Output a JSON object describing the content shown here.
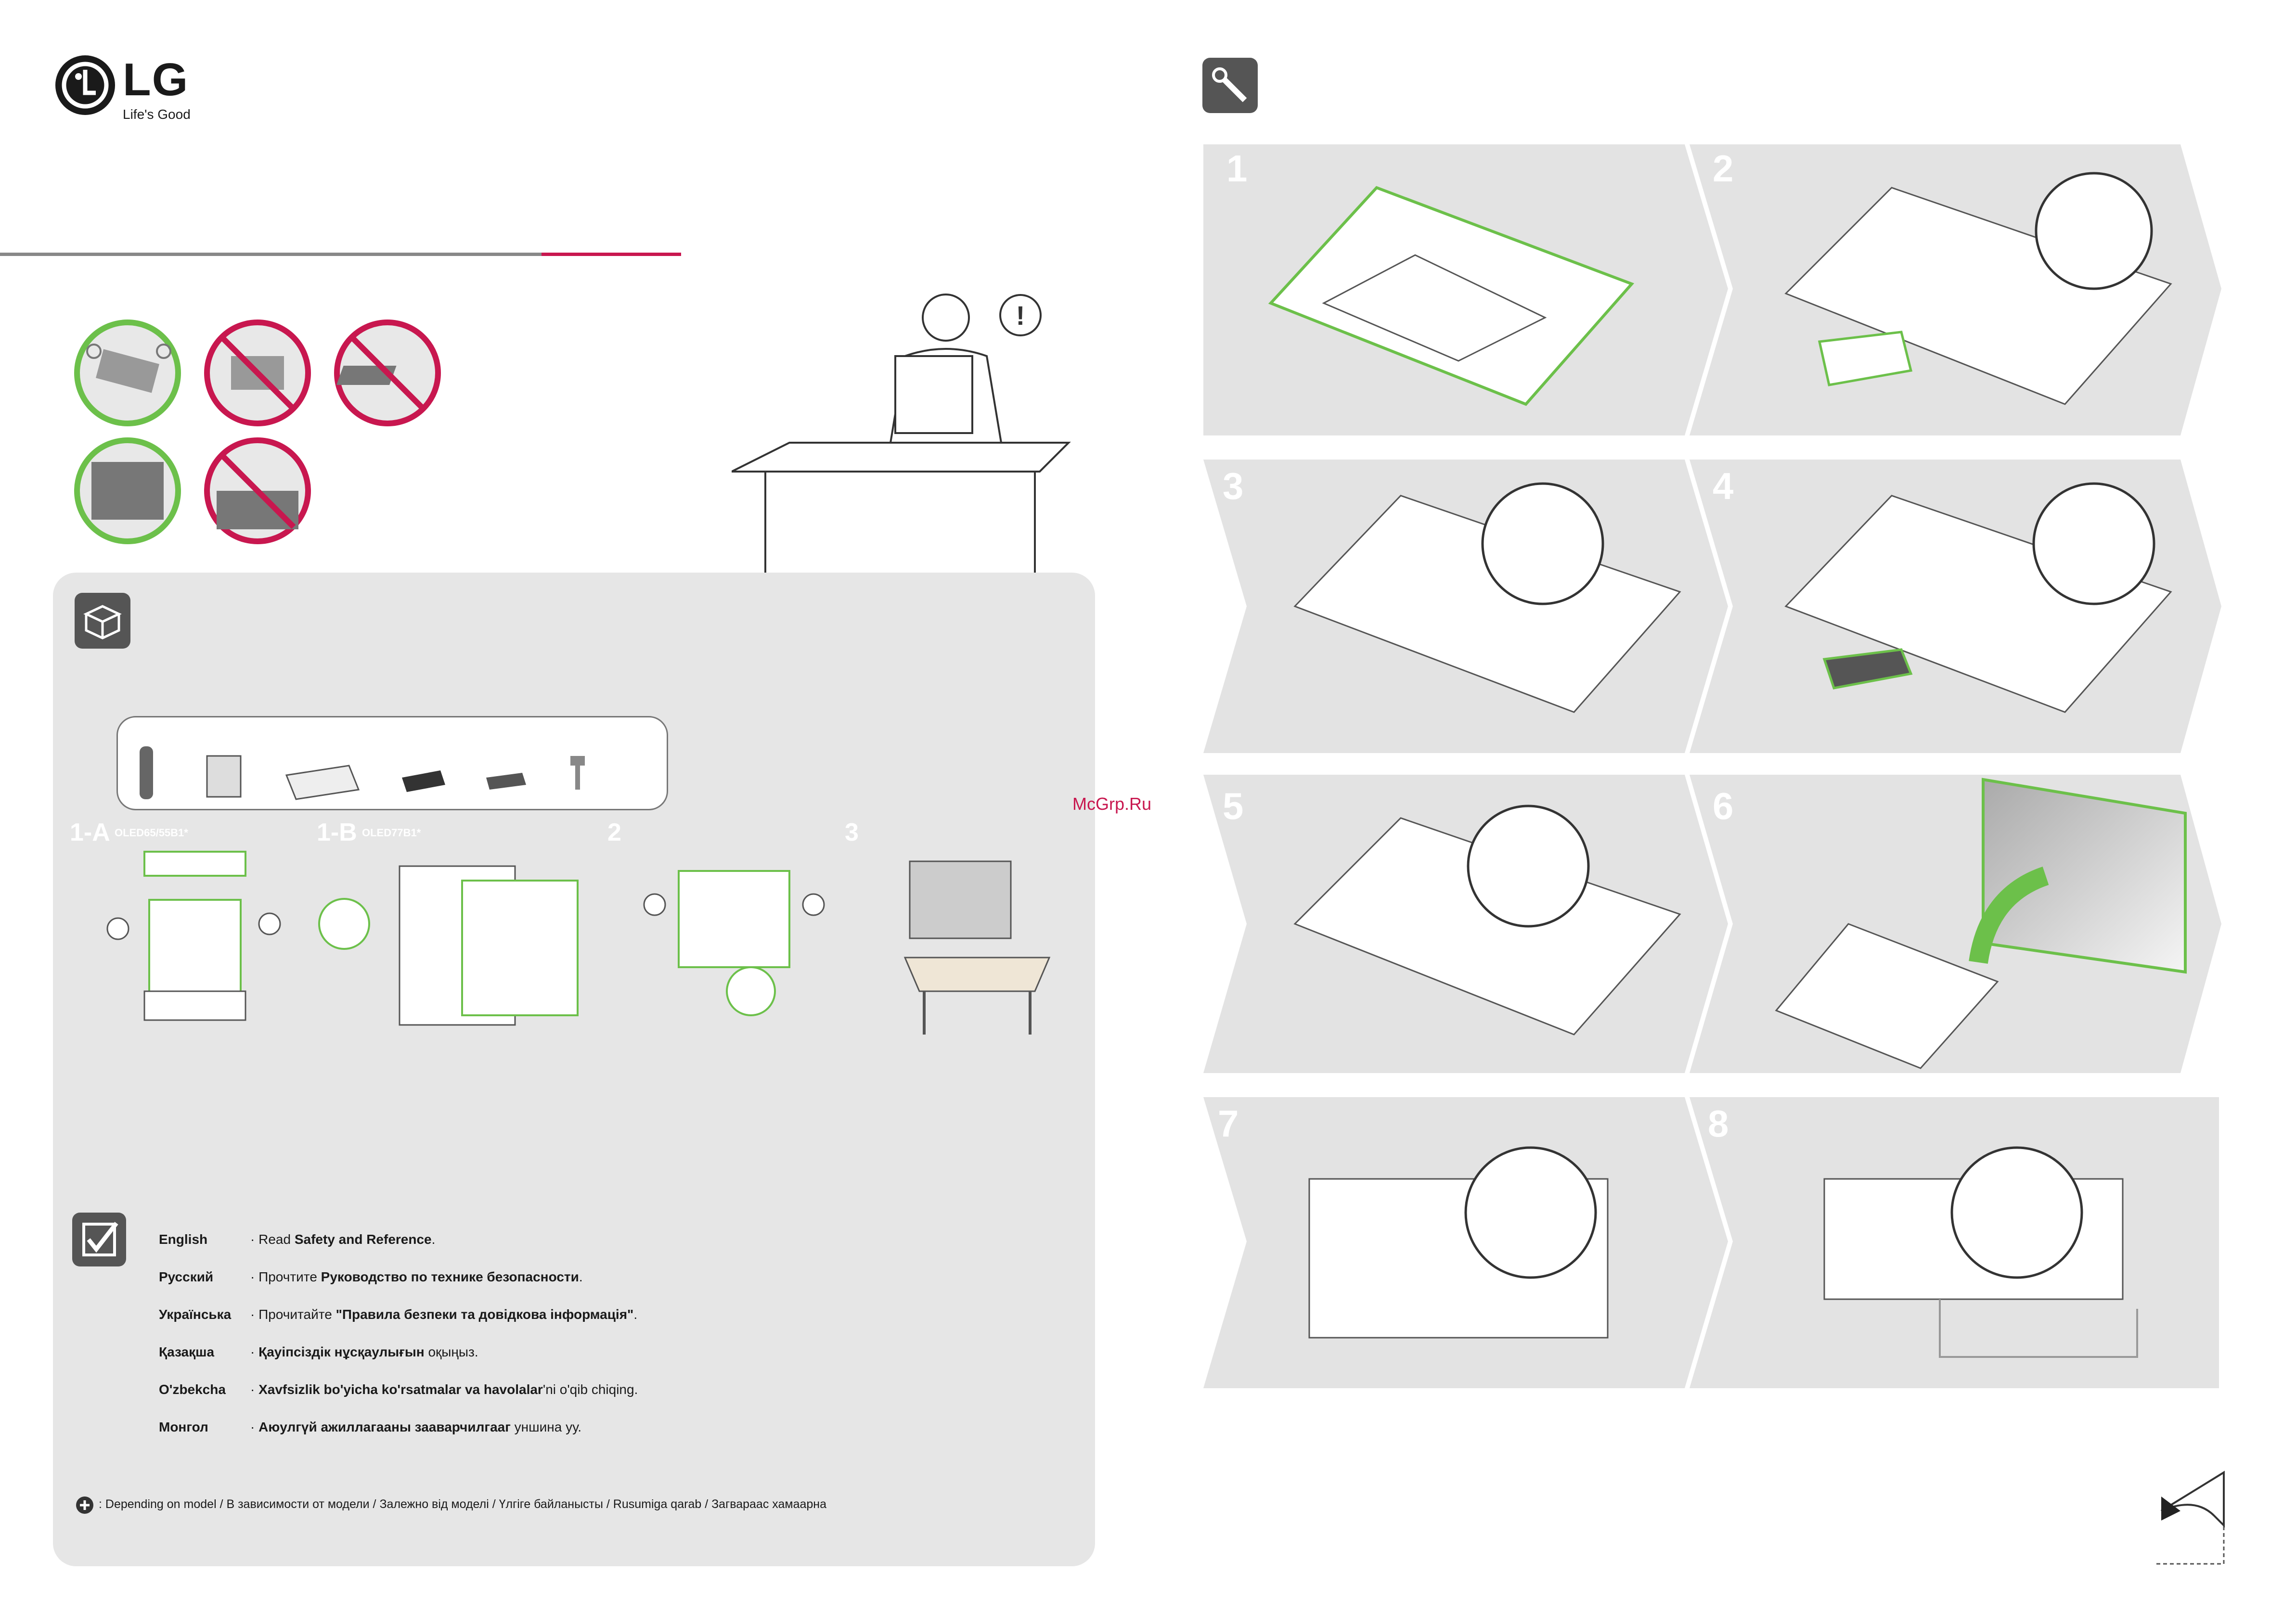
{
  "brand": {
    "name": "LG",
    "tagline": "Life's Good"
  },
  "colors": {
    "accent_green": "#6cc04a",
    "accent_red": "#c8174f",
    "panel_grey": "#e6e6e6"
  },
  "icons": {
    "caution": "exclamation-icon",
    "unpack": "box-icon",
    "assembly": "screwdriver-icon",
    "check": "checkmark-icon",
    "plus": "plus-icon",
    "page_turn": "page-turn-icon"
  },
  "unpack": {
    "steps": [
      {
        "label": "1-A",
        "model": "OLED65/55B1*"
      },
      {
        "label": "1-B",
        "model": "OLED77B1*"
      },
      {
        "label": "2",
        "model": ""
      },
      {
        "label": "3",
        "model": ""
      }
    ]
  },
  "assembly": {
    "steps": [
      "1",
      "2",
      "3",
      "4",
      "5",
      "6",
      "7",
      "8"
    ]
  },
  "languages": [
    {
      "name": "English",
      "pre": "· Read ",
      "bold": "Safety and Reference",
      "post": "."
    },
    {
      "name": "Русский",
      "pre": "· Прочтите ",
      "bold": "Руководство по технике безопасности",
      "post": "."
    },
    {
      "name": "Українська",
      "pre": "· Прочитайте ",
      "bold": "\"Правила безпеки та довідкова інформація\"",
      "post": "."
    },
    {
      "name": "Қазақша",
      "pre": "· ",
      "bold": "Қауіпсіздік нұсқаулығын",
      "post": " оқыңыз."
    },
    {
      "name": "O'zbekcha",
      "pre": "· ",
      "bold": "Xavfsizlik bo'yicha ko'rsatmalar va havolalar",
      "post": "'ni o'qib chiqing."
    },
    {
      "name": "Монгол",
      "pre": "· ",
      "bold": "Аюулгүй ажиллагааны зааварчилгааг",
      "post": " уншина уу."
    }
  ],
  "footnote": ": Depending on model / В зависимости от модели / Залежно від моделі / Үлгіге байланысты / Rusumiga qarab / Загвараас хамаарна",
  "watermark": "McGrp.Ru"
}
